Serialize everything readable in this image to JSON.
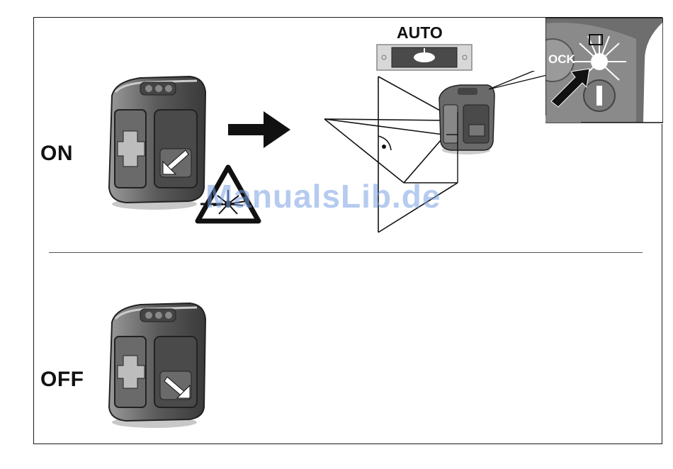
{
  "labels": {
    "on": "ON",
    "off": "OFF",
    "auto": "AUTO",
    "inset_button_fragment": "OCK"
  },
  "watermark": "ManualsLib.de",
  "icons": {
    "device": "laser-level-device",
    "arrow": "right-arrow",
    "warning": "laser-warning-triangle",
    "level": "spirit-level-indicator",
    "power": "power-button-icon"
  },
  "colors": {
    "ink": "#111111",
    "device_dark": "#3a3a3a",
    "device_mid": "#7a7a7a",
    "device_light": "#b5b5b5",
    "watermark": "#78a0e1"
  }
}
